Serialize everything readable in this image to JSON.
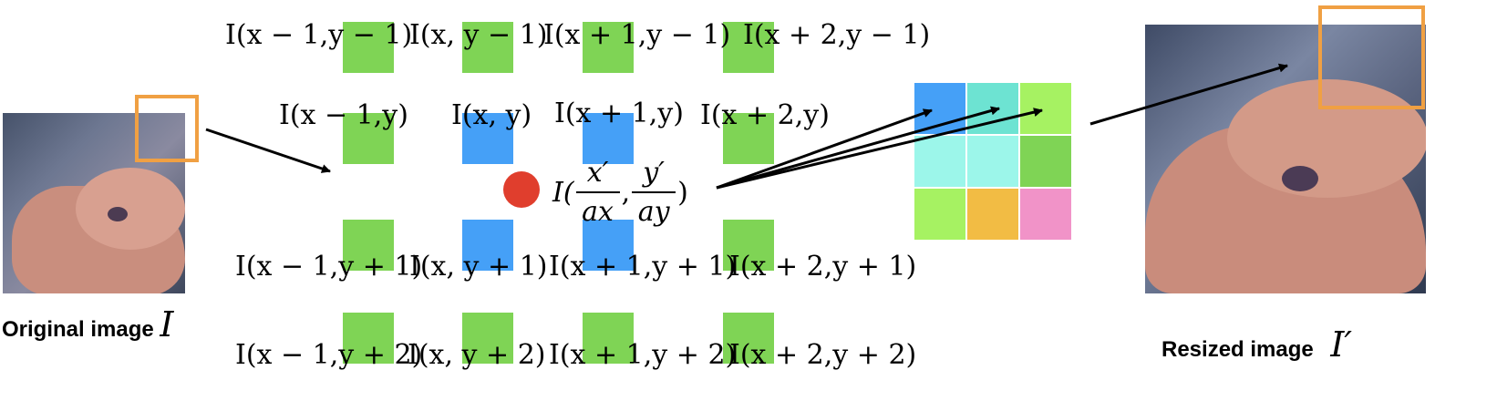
{
  "colors": {
    "green": "#7fd455",
    "blue": "#45a0f7",
    "red": "#e03e2d",
    "orange": "#f0a043",
    "grid": [
      "#45a0f7",
      "#6de3d2",
      "#a6f262",
      "#9cf6ea",
      "#9cf6ea",
      "#7fd455",
      "#a6f262",
      "#f2bc44",
      "#f193c8"
    ]
  },
  "labels": {
    "r1": [
      "I(x − 1,y − 1)",
      "I(x, y − 1)",
      "I(x + 1,y − 1)",
      "I(x + 2,y − 1)"
    ],
    "r2": [
      "I(x − 1,y)",
      "I(x, y)",
      "I(x + 1,y)",
      "I(x + 2,y)"
    ],
    "r3": [
      "I(x − 1,y + 1)",
      "I(x, y + 1)",
      "I(x + 1,y + 1)",
      "I(x + 2,y + 1)"
    ],
    "r4": [
      "I(x − 1,y + 2)",
      "I(x, y + 2)",
      "I(x + 1,y + 2)",
      "I(x + 2,y + 2)"
    ]
  },
  "center": {
    "prefix": "I(",
    "num1": "x′",
    "den1": "ax",
    "comma": ",",
    "num2": "y′",
    "den2": "ay",
    "suffix": ")"
  },
  "captions": {
    "original": "Original image",
    "original_symbol": "I",
    "resized": "Resized image",
    "resized_symbol": "I′"
  }
}
